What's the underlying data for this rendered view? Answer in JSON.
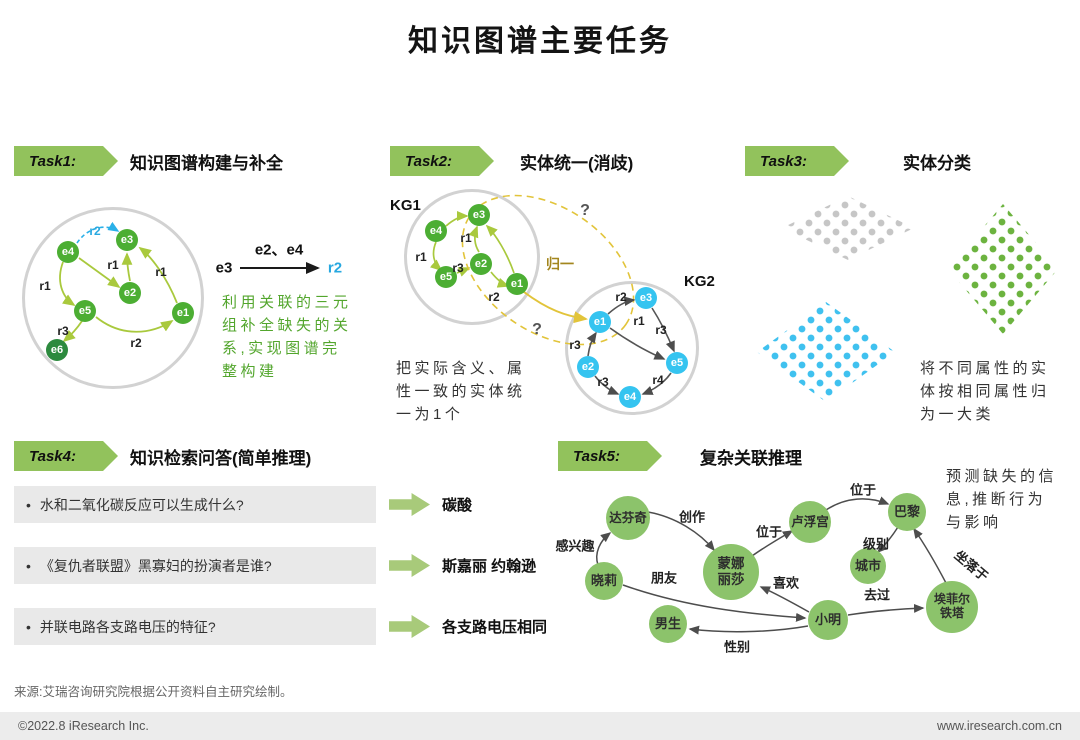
{
  "title": "知识图谱主要任务",
  "source_note": "来源:艾瑞咨询研究院根据公开资料自主研究绘制。",
  "footer": {
    "copyright": "©2022.8 iResearch Inc.",
    "website": "www.iresearch.com.cn"
  },
  "colors": {
    "badge_green": "#92c25c",
    "node_green": "#4cae33",
    "node_dark_green": "#2c8a3e",
    "node_cyan": "#35c4f0",
    "edge_yellow_green": "#a9c93d",
    "relation_blue": "#27a8e0",
    "merge_yellow": "#e2c43a",
    "answer_arrow_green": "#a8ca7a",
    "task5_node_green": "#8cc36b",
    "dots_gray": "#c6c6c6",
    "dots_green": "#6cb33f",
    "dots_blue": "#3fc1ef"
  },
  "task1": {
    "badge": "Task1:",
    "title": "知识图谱构建与补全",
    "graph_nodes": [
      "e4",
      "e3",
      "e2",
      "e5",
      "e6",
      "e1"
    ],
    "relations": [
      "r2",
      "r1",
      "r1",
      "r1",
      "r3",
      "r2"
    ],
    "inference": {
      "head": "e3",
      "evidence": "e2、e4",
      "predicted": "r2"
    },
    "description": "利用关联的三元组补全缺失的关系,实现图谱完整构建"
  },
  "task2": {
    "badge": "Task2:",
    "title": "实体统一(消歧)",
    "kg1": {
      "label": "KG1",
      "nodes": [
        "e3",
        "e4",
        "e2",
        "e5",
        "e1"
      ],
      "relations": [
        "r1",
        "r1",
        "r3",
        "r2"
      ]
    },
    "kg2": {
      "label": "KG2",
      "nodes": [
        "e3",
        "e1",
        "e5",
        "e2",
        "e4"
      ],
      "relations": [
        "r2",
        "r1",
        "r3",
        "r3",
        "r3",
        "r4"
      ]
    },
    "merge_label": "归一",
    "question_mark": "?",
    "description": "把实际含义、属性一致的实体统一为1个"
  },
  "task3": {
    "badge": "Task3:",
    "title": "实体分类",
    "clusters": [
      "gray",
      "green",
      "blue"
    ],
    "description": "将不同属性的实体按相同属性归为一大类"
  },
  "task4": {
    "badge": "Task4:",
    "title": "知识检索问答(简单推理)",
    "bullet": "•",
    "qa": [
      {
        "question": "水和二氧化碳反应可以生成什么?",
        "answer": "碳酸"
      },
      {
        "question": "《复仇者联盟》黑寡妇的扮演者是谁?",
        "answer": "斯嘉丽 约翰逊"
      },
      {
        "question": "并联电路各支路电压的特征?",
        "answer": "各支路电压相同"
      }
    ]
  },
  "task5": {
    "badge": "Task5:",
    "title": "复杂关联推理",
    "nodes": [
      "达芬奇",
      "蒙娜丽莎",
      "卢浮宫",
      "巴黎",
      "城市",
      "晓莉",
      "小明",
      "男生",
      "埃菲尔铁塔"
    ],
    "edges": [
      {
        "from": "达芬奇",
        "label": "创作",
        "to": "蒙娜丽莎"
      },
      {
        "from": "蒙娜丽莎",
        "label": "位于",
        "to": "卢浮宫"
      },
      {
        "from": "卢浮宫",
        "label": "位于",
        "to": "巴黎"
      },
      {
        "from": "巴黎",
        "label": "级别",
        "to": "城市"
      },
      {
        "from": "埃菲尔铁塔",
        "label": "坐落于",
        "to": "巴黎"
      },
      {
        "from": "晓莉",
        "label": "感兴趣",
        "to": "达芬奇"
      },
      {
        "from": "晓莉",
        "label": "朋友",
        "to": "小明"
      },
      {
        "from": "小明",
        "label": "喜欢",
        "to": "蒙娜丽莎"
      },
      {
        "from": "小明",
        "label": "去过",
        "to": "埃菲尔铁塔"
      },
      {
        "from": "小明",
        "label": "性别",
        "to": "男生"
      }
    ],
    "description": "预测缺失的信息,推断行为与影响"
  }
}
